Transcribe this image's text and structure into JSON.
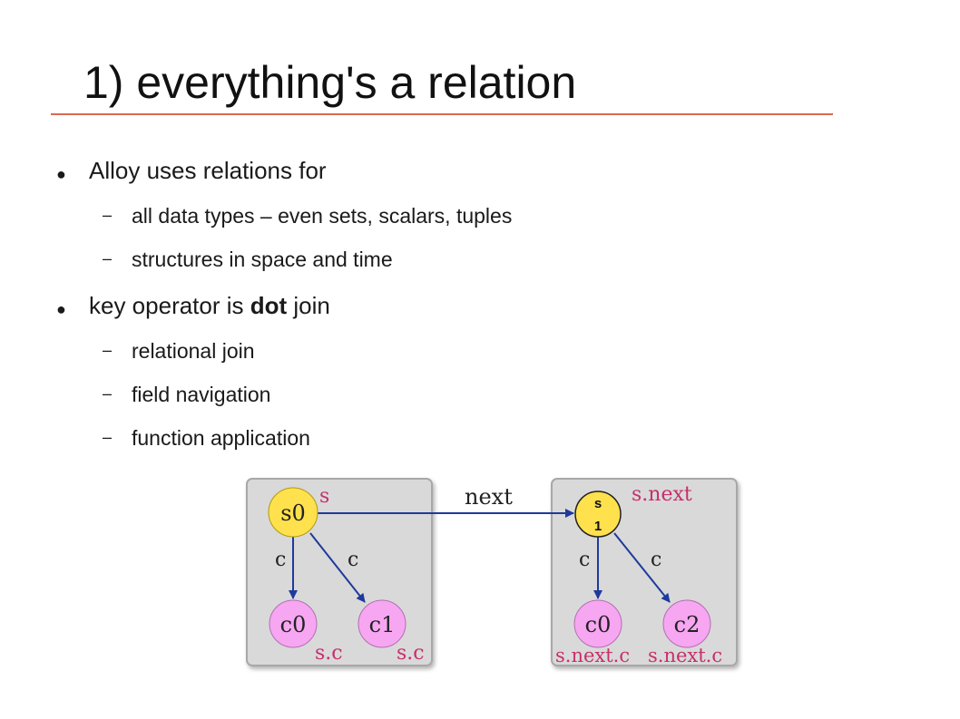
{
  "title": "1) everything's a relation",
  "bullets": [
    {
      "text": "Alloy uses relations for",
      "sub": [
        "all data types – even sets, scalars, tuples",
        "structures in space and time"
      ]
    },
    {
      "text_before": "key operator is ",
      "text_bold": "dot",
      "text_after": " join",
      "sub": [
        "relational join",
        "field navigation",
        "function application"
      ]
    }
  ],
  "bullet_glyph": "●",
  "sub_glyph": "–",
  "diagram": {
    "left_panel": {
      "top_node": "s0",
      "top_label": "s",
      "edge_left": "c",
      "edge_right": "c",
      "child_left": "c0",
      "child_right": "c1",
      "child_left_label": "s.c",
      "child_right_label": "s.c"
    },
    "arrow_label": "next",
    "right_panel": {
      "top_node_line1": "s",
      "top_node_line2": "1",
      "top_label": "s.next",
      "edge_left": "c",
      "edge_right": "c",
      "child_left": "c0",
      "child_right": "c2",
      "child_left_label": "s.next.c",
      "child_right_label": "s.next.c"
    },
    "colors": {
      "panel": "#d9d9d9",
      "panel_border": "#a8a8a8",
      "yellow_node": "#ffe14d",
      "pink_node": "#f7a6f2",
      "arrow": "#1e3a9c",
      "label": "#c72f6b"
    }
  }
}
